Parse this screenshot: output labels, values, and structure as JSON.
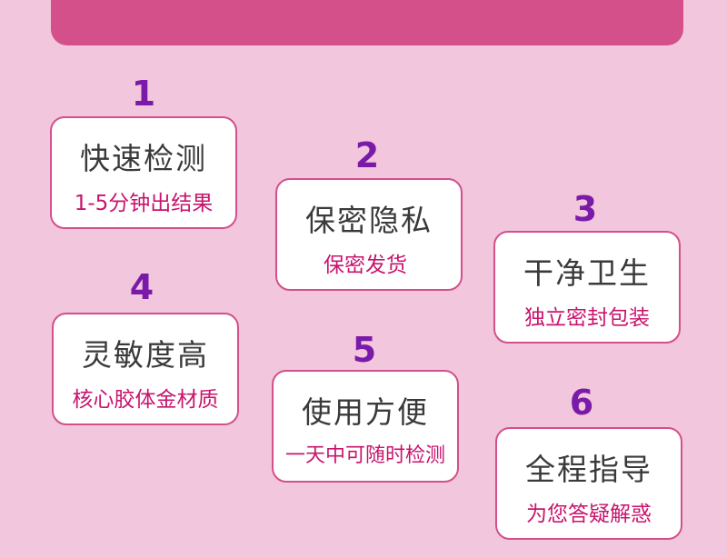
{
  "features": [
    {
      "num": "1",
      "title": "快速检测",
      "sub": "1-5分钟出结果"
    },
    {
      "num": "2",
      "title": "保密隐私",
      "sub": "保密发货"
    },
    {
      "num": "3",
      "title": "干净卫生",
      "sub": "独立密封包装"
    },
    {
      "num": "4",
      "title": "灵敏度高",
      "sub": "核心胶体金材质"
    },
    {
      "num": "5",
      "title": "使用方便",
      "sub": "一天中可随时检测"
    },
    {
      "num": "6",
      "title": "全程指导",
      "sub": "为您答疑解惑"
    }
  ],
  "colors": {
    "background": "#f2c6dc",
    "banner": "#d3508a",
    "number": "#7a1aa8",
    "subtitle": "#c8146e",
    "title": "#3a3a3a"
  }
}
